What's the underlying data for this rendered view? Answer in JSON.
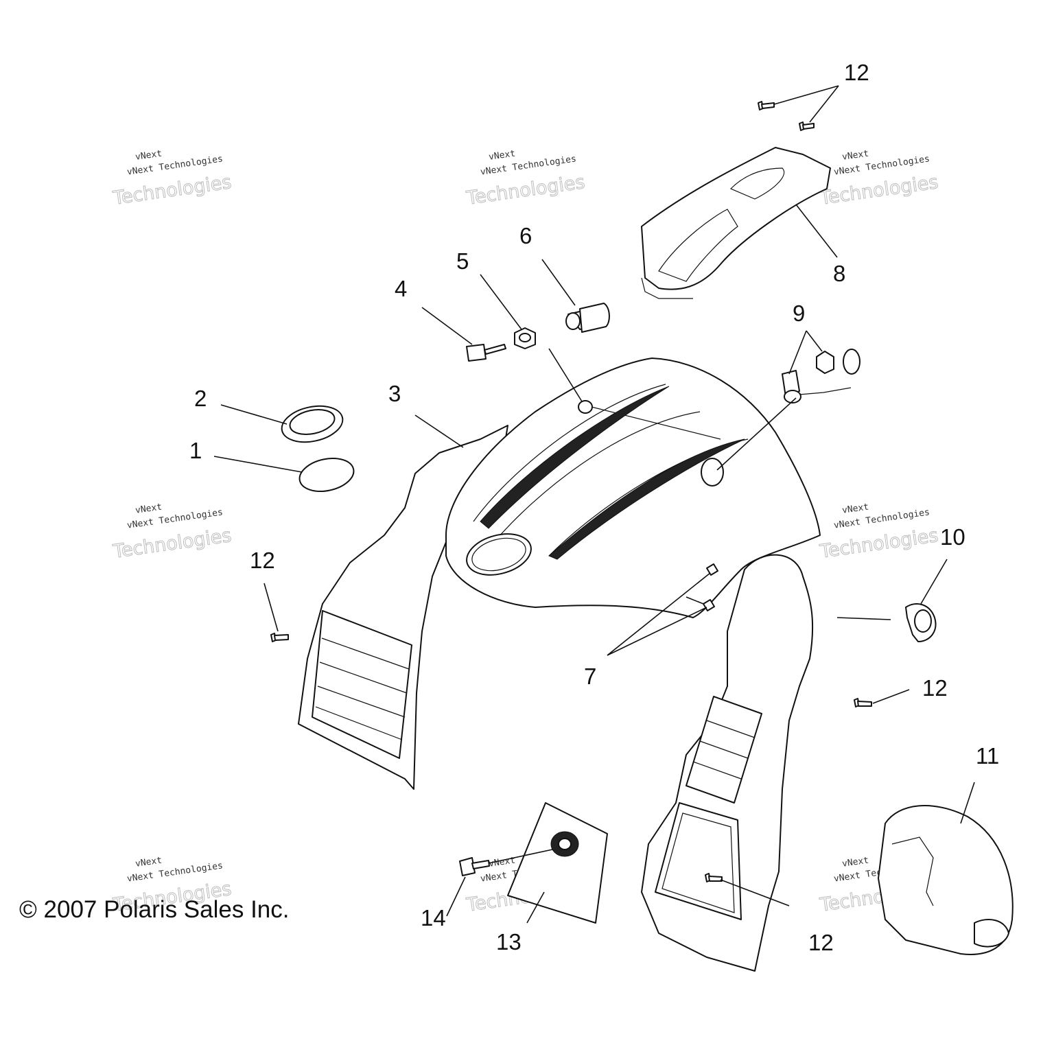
{
  "callouts": {
    "c1": "1",
    "c2": "2",
    "c3": "3",
    "c4": "4",
    "c5": "5",
    "c6": "6",
    "c7": "7",
    "c8": "8",
    "c9": "9",
    "c10": "10",
    "c11": "11",
    "c12": "12",
    "c13": "13",
    "c14": "14"
  },
  "copyright": "© 2007 Polaris Sales Inc.",
  "watermark": {
    "line1": "vNext",
    "line2": "vNext Technologies",
    "line3": "Technologies"
  }
}
